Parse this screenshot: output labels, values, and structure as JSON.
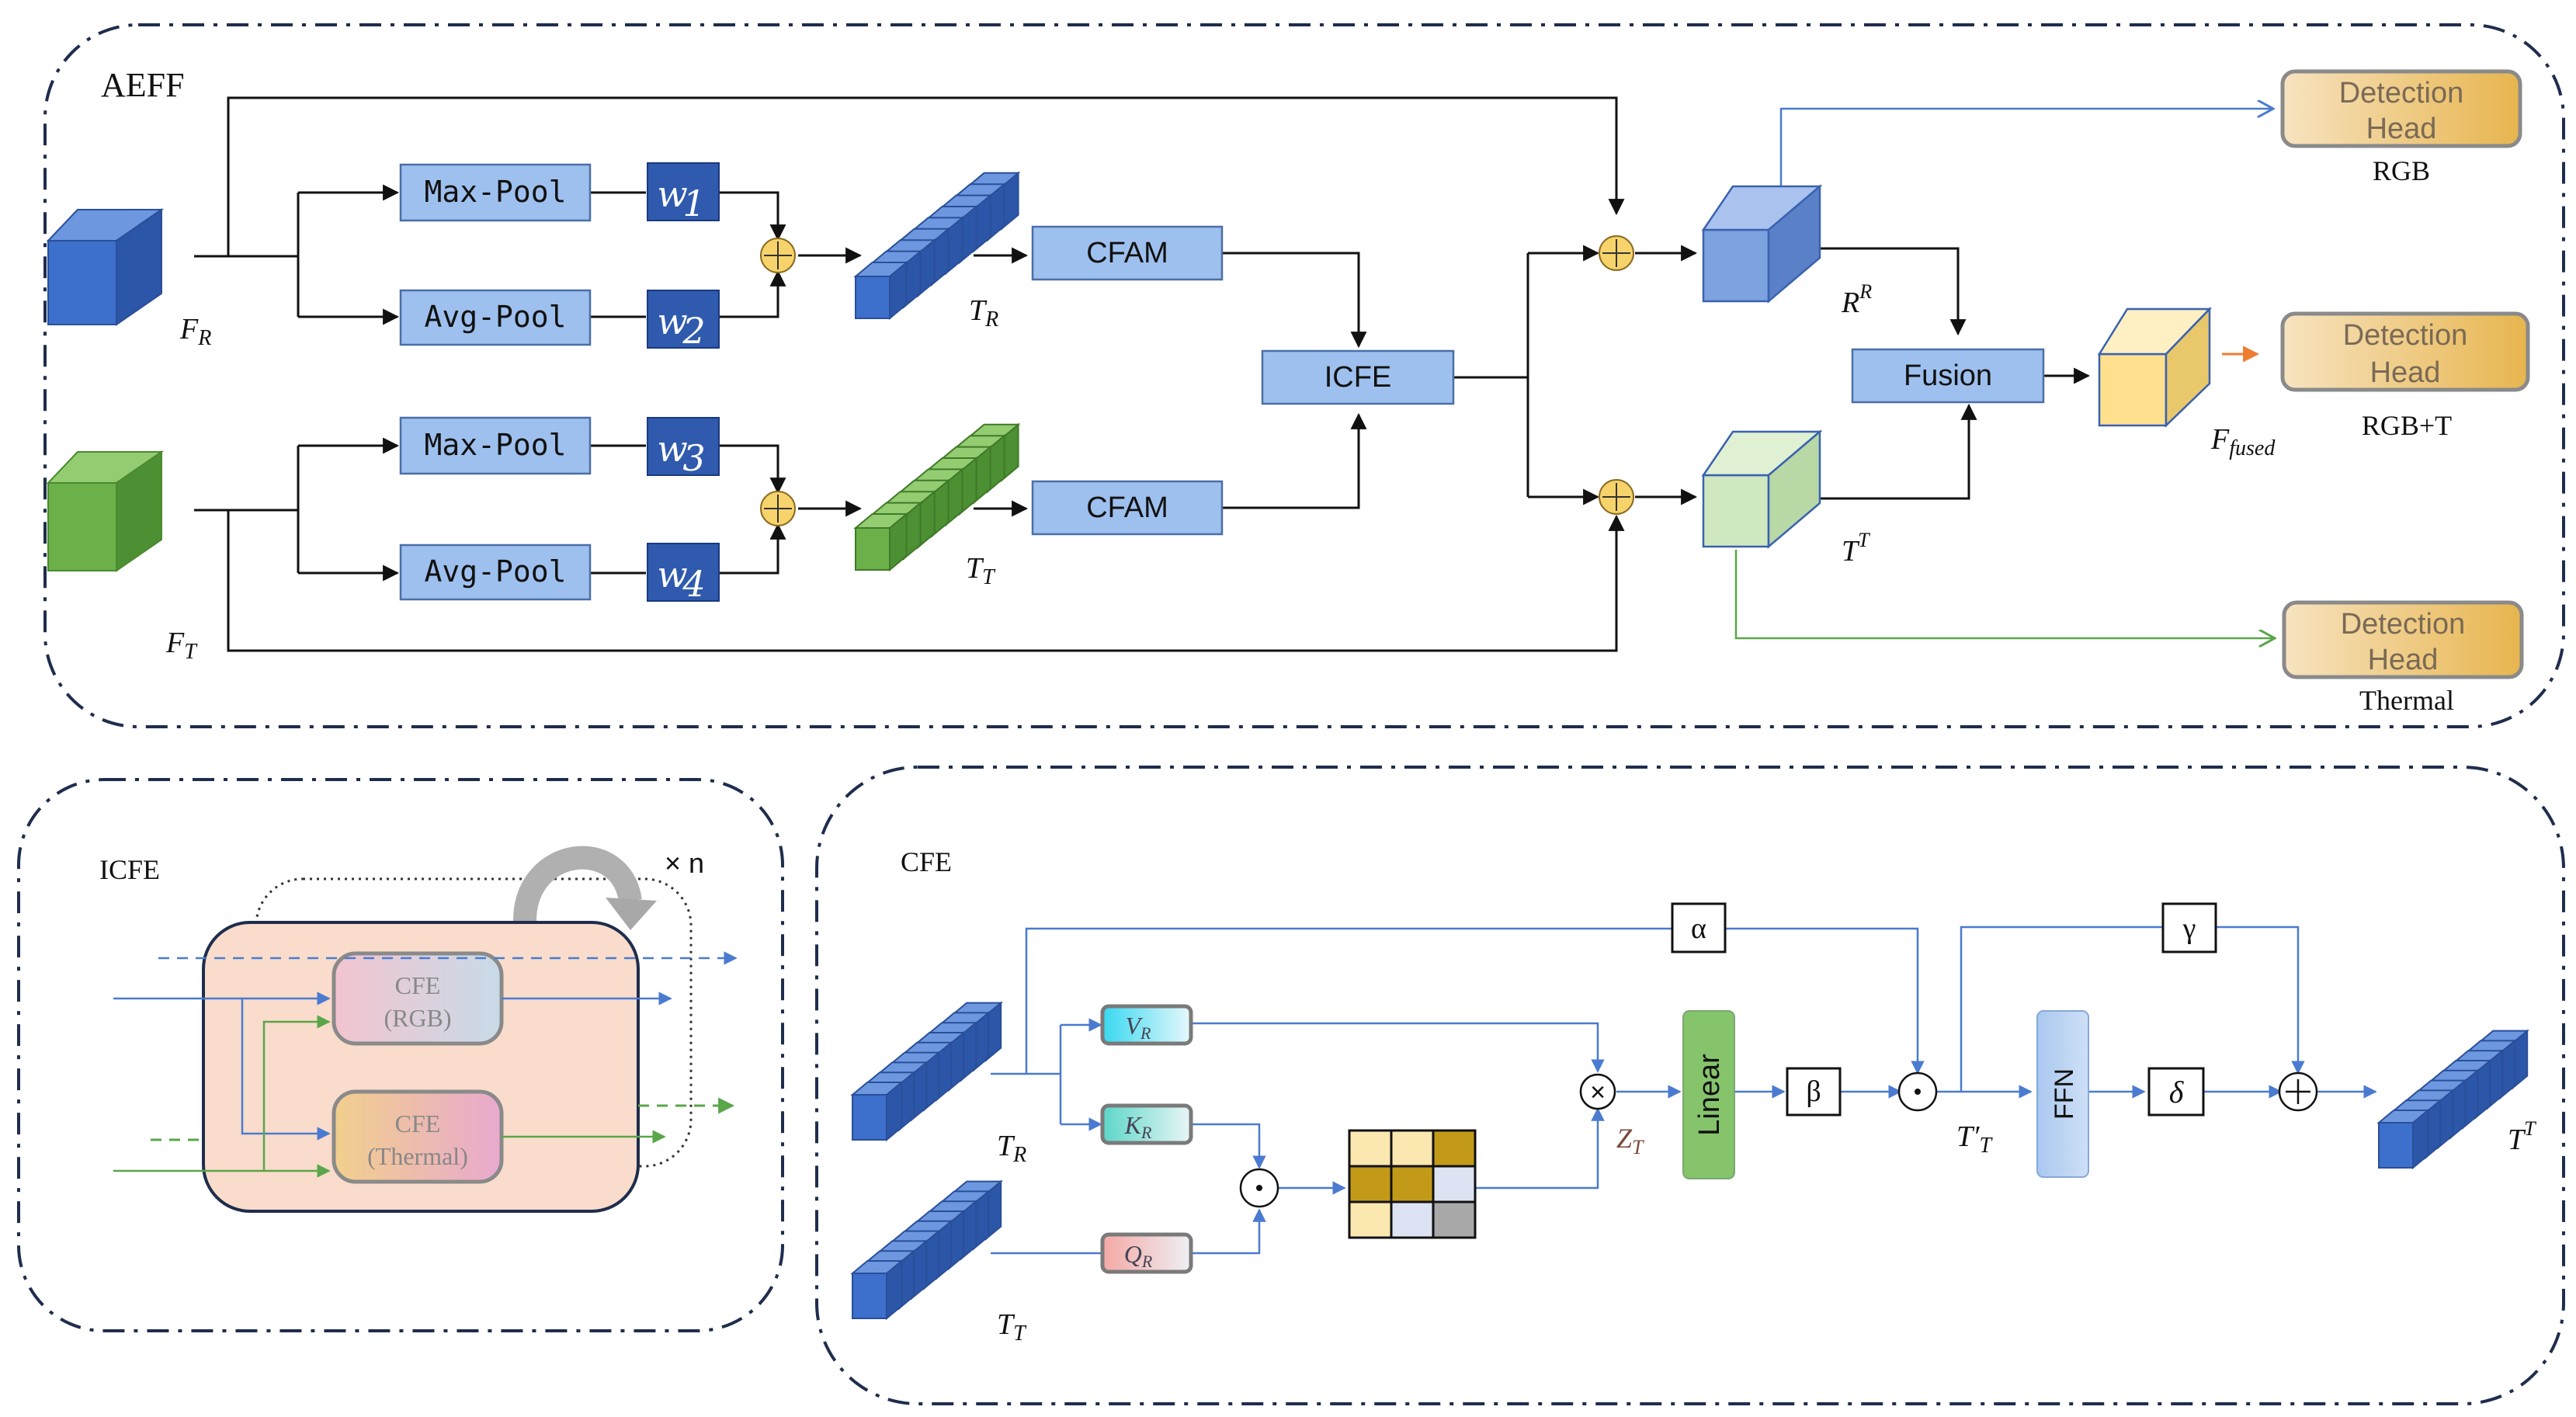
{
  "panels": {
    "aeff": "AEFF",
    "icfe": "ICFE",
    "cfe": "CFE"
  },
  "aeff": {
    "feature_r": "F",
    "feature_r_sub": "R",
    "feature_t": "F",
    "feature_t_sub": "T",
    "max_pool": "Max-Pool",
    "avg_pool": "Avg-Pool",
    "weights": [
      {
        "base": "w",
        "sub": "1"
      },
      {
        "base": "w",
        "sub": "2"
      },
      {
        "base": "w",
        "sub": "3"
      },
      {
        "base": "w",
        "sub": "4"
      }
    ],
    "token_r": "T",
    "token_r_sub": "R",
    "token_t": "T",
    "token_t_sub": "T",
    "cfam": "CFAM",
    "icfe": "ICFE",
    "out_r": "R",
    "out_r_sup": "R",
    "out_t": "T",
    "out_t_sup": "T",
    "fusion": "Fusion",
    "fused": "F",
    "fused_sub": "fused",
    "detection_head": [
      "Detection",
      "Head"
    ],
    "captions": {
      "rgb": "RGB",
      "rgbt": "RGB+T",
      "thermal": "Thermal"
    }
  },
  "icfe": {
    "repeat": "× n",
    "cfe_rgb": [
      "CFE",
      "(RGB)"
    ],
    "cfe_thermal": [
      "CFE",
      "(Thermal)"
    ]
  },
  "cfe": {
    "alpha": "α",
    "beta": "β",
    "gamma": "γ",
    "delta": "δ",
    "v": "V",
    "v_sub": "R",
    "k": "K",
    "k_sub": "R",
    "q": "Q",
    "q_sub": "R",
    "linear": "Linear",
    "ffn": "FFN",
    "z": "Z",
    "z_sub": "T",
    "t_r": "T",
    "t_r_sub": "R",
    "t_t": "T",
    "t_t_sub": "T",
    "t_prime": "T′",
    "t_prime_sub": "T",
    "t_out": "T",
    "t_out_sup": "T",
    "times": "×",
    "dot": "·",
    "plus": "+"
  },
  "colors": {
    "navy": "#1f2d4d",
    "box_blue": "#9ec0ee",
    "w_blue": "#2f5aad",
    "cube_blue": "#3d6fcc",
    "cube_green": "#6cb04a",
    "sum_yellow": "#f6d36b",
    "det_head": "#efcf8e",
    "fused_yellow": "#ffe08f",
    "arrow_blue": "#4a7bd0",
    "arrow_green": "#5aa64a",
    "arrow_orange": "#ed7d31"
  }
}
